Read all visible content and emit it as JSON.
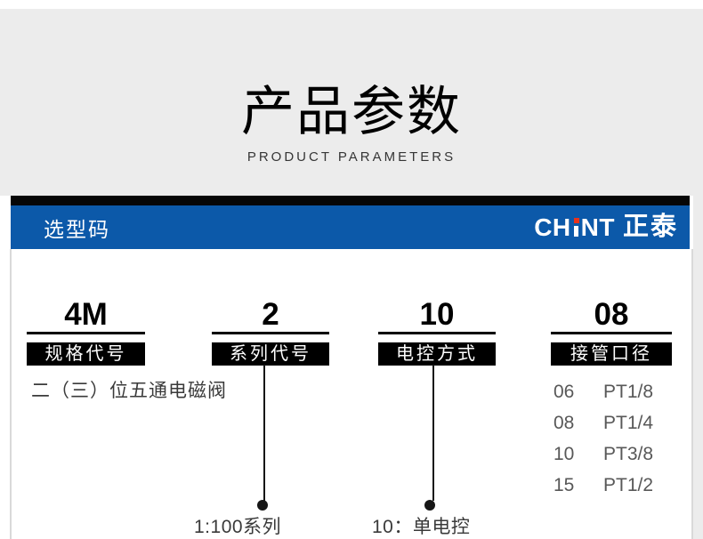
{
  "page": {
    "background_gray": "#ececec",
    "panel_background": "#ffffff",
    "border_gray": "#d9d9d9"
  },
  "title_section": {
    "heading": "产品参数",
    "subheading": "PRODUCT PARAMETERS"
  },
  "selection_header": {
    "title": "选型码",
    "colors": {
      "bar_blue": "#0c59a9",
      "strip_black": "#060606",
      "logo_dot_red": "#e8331c"
    },
    "brand": {
      "left": "CH",
      "right": "NT",
      "cn": "正泰"
    }
  },
  "code_breakdown": {
    "columns": [
      {
        "code": "4M",
        "label": "规格代号"
      },
      {
        "code": "2",
        "label": "系列代号"
      },
      {
        "code": "10",
        "label": "电控方式"
      },
      {
        "code": "08",
        "label": "接管口径"
      }
    ],
    "spec_note": "二（三）位五通电磁阀",
    "port_options": [
      {
        "code": "06",
        "size": "PT1/8"
      },
      {
        "code": "08",
        "size": "PT1/4"
      },
      {
        "code": "10",
        "size": "PT3/8"
      },
      {
        "code": "15",
        "size": "PT1/2"
      }
    ],
    "annotations": [
      {
        "text": "1:100系列"
      },
      {
        "text": "10：单电控"
      }
    ]
  }
}
